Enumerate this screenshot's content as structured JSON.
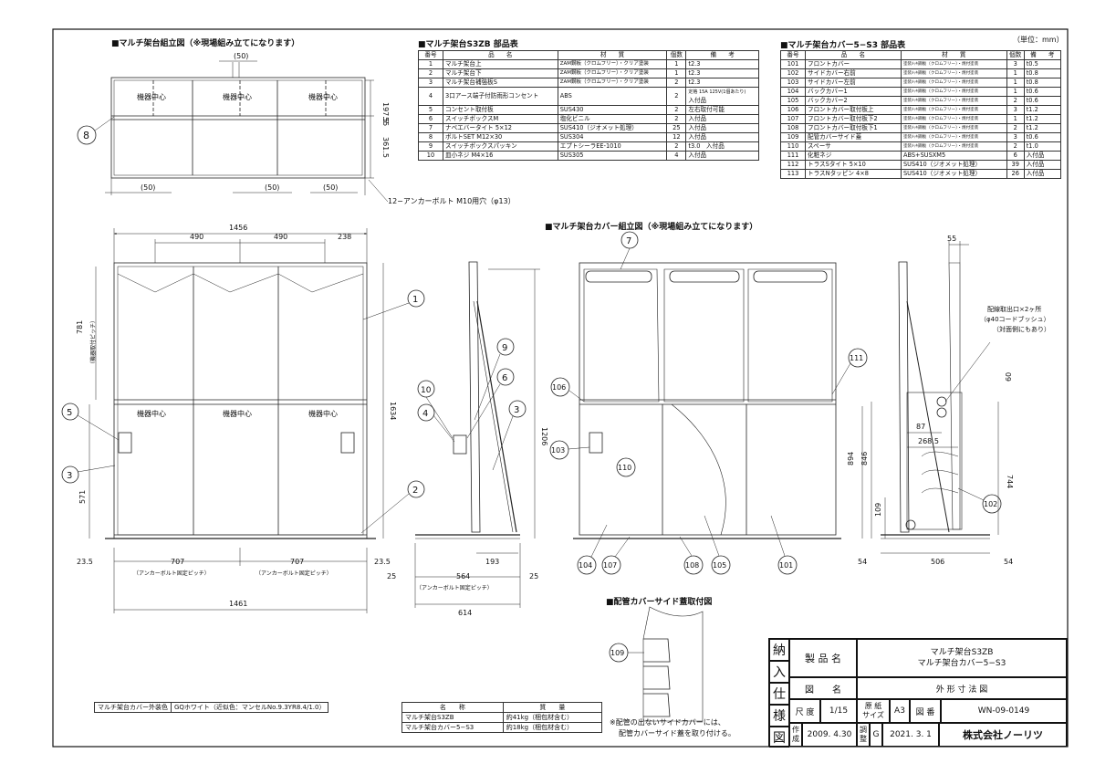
{
  "assembly": {
    "heading": "■マルチ架台組立図（※現場組み立てになります）"
  },
  "parts_s3zb": {
    "heading": "■マルチ架台S3ZB 部品表",
    "headers": [
      "番号",
      "品　　名",
      "材　　質",
      "個数",
      "備　　考"
    ],
    "rows": [
      [
        "1",
        "マルチ架台上",
        "ZAM鋼板（クロムフリー）・クリア塗装",
        "1",
        "t2.3"
      ],
      [
        "2",
        "マルチ架台下",
        "ZAM鋼板（クロムフリー）・クリア塗装",
        "1",
        "t2.3"
      ],
      [
        "3",
        "マルチ架台補強板S",
        "ZAM鋼板（クロムフリー）・クリア塗装",
        "2",
        "t2.3"
      ],
      [
        "4",
        "3口アース端子付防雨形コンセント",
        "ABS",
        "2",
        "定格 15A 125V(1個あたり)",
        "入付品"
      ],
      [
        "5",
        "コンセント取付板",
        "SUS430",
        "2",
        "左右取付可能"
      ],
      [
        "6",
        "スイッチボックスM",
        "塩化ビニル",
        "2",
        "入付品"
      ],
      [
        "7",
        "ナベエバータイト 5×12",
        "SUS410（ジオメット処理）",
        "25",
        "入付品"
      ],
      [
        "8",
        "ボルトSET M12×30",
        "SUS304",
        "12",
        "入付品"
      ],
      [
        "9",
        "スイッチボックスパッキン",
        "エプトシーラEE-1010",
        "2",
        "t3.0　入付品"
      ],
      [
        "10",
        "皿小ネジ M4×16",
        "SUS305",
        "4",
        "入付品"
      ]
    ]
  },
  "parts_cover": {
    "heading": "■マルチ架台カバー5−S3 部品表",
    "unit": "（単位：mm）",
    "headers": [
      "番号",
      "品　　名",
      "材　　質",
      "個数",
      "備　　考"
    ],
    "rows": [
      [
        "101",
        "フロントカバー",
        "塗装ﾒｯｷ鋼板（クロムフリー）・焼付塗装",
        "3",
        "t0.5"
      ],
      [
        "102",
        "サイドカバー右前",
        "塗装ﾒｯｷ鋼板（クロムフリー）・焼付塗装",
        "1",
        "t0.8"
      ],
      [
        "103",
        "サイドカバー左前",
        "塗装ﾒｯｷ鋼板（クロムフリー）・焼付塗装",
        "1",
        "t0.8"
      ],
      [
        "104",
        "バックカバー1",
        "塗装ﾒｯｷ鋼板（クロムフリー）・焼付塗装",
        "1",
        "t0.6"
      ],
      [
        "105",
        "バックカバー2",
        "塗装ﾒｯｷ鋼板（クロムフリー）・焼付塗装",
        "2",
        "t0.6"
      ],
      [
        "106",
        "フロントカバー取付板上",
        "塗装ﾒｯｷ鋼板（クロムフリー）・焼付塗装",
        "3",
        "t1.2"
      ],
      [
        "107",
        "フロントカバー取付板下2",
        "塗装ﾒｯｷ鋼板（クロムフリー）・焼付塗装",
        "1",
        "t1.2"
      ],
      [
        "108",
        "フロントカバー取付板下1",
        "塗装ﾒｯｷ鋼板（クロムフリー）・焼付塗装",
        "2",
        "t1.2"
      ],
      [
        "109",
        "配管カバーサイド蓋",
        "塗装ﾒｯｷ鋼板（クロムフリー）・焼付塗装",
        "3",
        "t0.6"
      ],
      [
        "110",
        "スペーサ",
        "塗装ﾒｯｷ鋼板（クロムフリー）・焼付塗装",
        "2",
        "t1.0"
      ],
      [
        "111",
        "化粧ネジ",
        "ABS+SUSXM5",
        "6",
        "入付品"
      ],
      [
        "112",
        "トラスSタイト 5×10",
        "SUS410（ジオメット処理）",
        "39",
        "入付品"
      ],
      [
        "113",
        "トラスNタッピン 4×8",
        "SUS410（ジオメット処理）",
        "26",
        "入付品"
      ]
    ]
  },
  "cover_assembly": {
    "heading": "■マルチ架台カバー組立図（※現場組み立てになります）"
  },
  "side_lid": {
    "heading": "■配管カバーサイド蓋取付図",
    "note1": "※配管の出ないサイドカバーには、",
    "note2": "配管カバーサイド蓋を取り付ける。"
  },
  "color_note": {
    "label": "マルチ架台カバー外装色",
    "value": "GQホワイト（近似色：マンセルNo.9.3YR8.4/1.0）"
  },
  "weights": {
    "headers": [
      "名　　称",
      "質　　量"
    ],
    "rows": [
      [
        "マルチ架台S3ZB",
        "約41kg（梱包材含む）"
      ],
      [
        "マルチ架台カバー5−S3",
        "約18kg（梱包材含む）"
      ]
    ]
  },
  "title_block": {
    "side_label": [
      "納",
      "入",
      "仕",
      "様",
      "図"
    ],
    "product_name_label": "製 品 名",
    "product_name_1": "マルチ架台S3ZB",
    "product_name_2": "マルチ架台カバー5−S3",
    "drawing_name_label": "図　　名",
    "drawing_name": "外 形 寸 法 図",
    "scale_label": "尺 度",
    "scale": "1/15",
    "paper_label_1": "原 紙",
    "paper_label_2": "サイズ",
    "paper": "A3",
    "drawing_no_label": "図 番",
    "drawing_no": "WN-09-0149",
    "made_label_1": "作",
    "made_label_2": "成",
    "made_date": "2009. 4.30",
    "adjust_label_1": "調",
    "adjust_label_2": "整",
    "revision": "G",
    "adjust_date": "2021. 3. 1",
    "company": "株式会社ノーリツ"
  },
  "diagram": {
    "top_view": {
      "dims": [
        "(50)",
        "197.5",
        "55",
        "361.5",
        "(50)",
        "(50)",
        "(50)"
      ],
      "device_center": "機器中心",
      "balloon": "8",
      "anchor_note": "12−アンカーボルト M10用穴（φ13）"
    },
    "front_view": {
      "dims": [
        "1456",
        "490",
        "490",
        "238",
        "781",
        "1634",
        "571",
        "23.5",
        "707",
        "707",
        "23.5",
        "1461"
      ],
      "pitch_label": "（機器取付ピッチ）",
      "anchor_pitch": "（アンカーボルト固定ピッチ）",
      "device_center": "機器中心",
      "balloons": [
        "1",
        "2",
        "3",
        "5"
      ]
    },
    "side_view": {
      "dims": [
        "1206",
        "193",
        "25",
        "564",
        "25",
        "614"
      ],
      "anchor_pitch": "（アンカーボルト固定ピッチ）",
      "balloons": [
        "9",
        "6",
        "10",
        "4",
        "3"
      ]
    },
    "cover_front": {
      "balloons": [
        "7",
        "111",
        "106",
        "103",
        "110",
        "104",
        "107",
        "108",
        "105",
        "101"
      ]
    },
    "cover_side": {
      "dims": [
        "55",
        "60",
        "87",
        "268.5",
        "894",
        "846",
        "744",
        "109",
        "54",
        "506",
        "54"
      ],
      "notes": [
        "配線取出口×2ヶ所",
        "（φ40コードブッシュ）",
        "（対面側にもあり）"
      ],
      "balloon": "102"
    },
    "side_lid_balloon": "109"
  }
}
